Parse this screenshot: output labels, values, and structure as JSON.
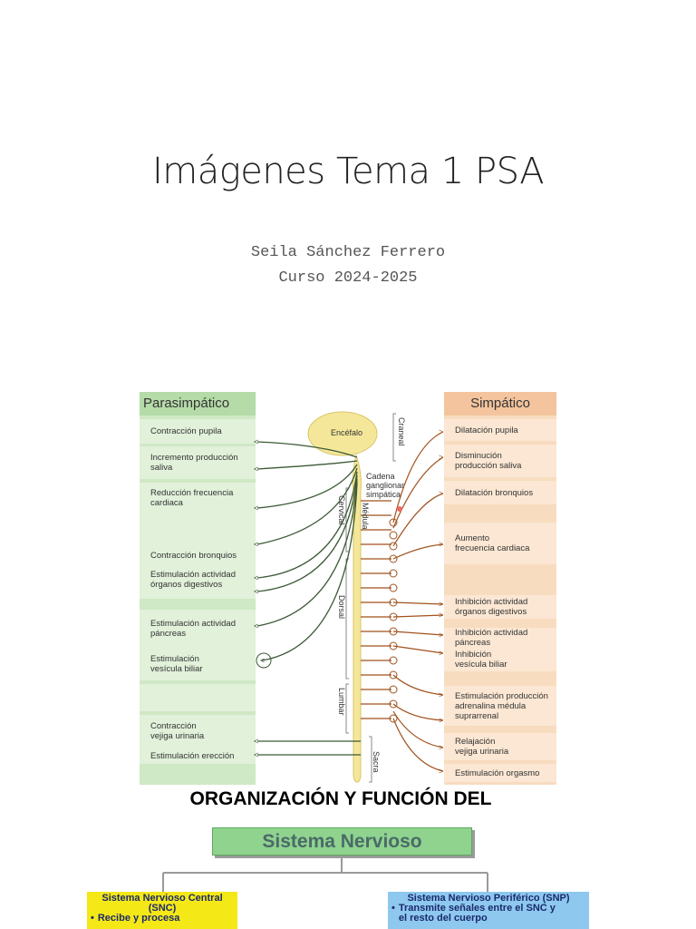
{
  "slide": {
    "title": "Imágenes Tema 1 PSA",
    "author": "Seila Sánchez Ferrero",
    "course": "Curso 2024-2025"
  },
  "figure": {
    "left_header": "Parasimpático",
    "right_header": "Simpático",
    "left_items": [
      "Contracción pupila",
      "Incremento producción\nsaliva",
      "Reducción frecuencia\ncardiaca",
      "Contracción bronquios",
      "Estimulación actividad\nórganos digestivos",
      "Estimulación actividad\npáncreas",
      "Estimulación\nvesícula biliar",
      "Contracción\nvejiga urinaria",
      "Estimulación erección"
    ],
    "right_items": [
      "Dilatación pupila",
      "Disminución\nproducción saliva",
      "Dilatación bronquios",
      "Aumento\nfrecuencia cardiaca",
      "Inhibición actividad\nórganos digestivos",
      "Inhibición actividad\npáncreas",
      "Inhibición\nvesícula biliar",
      "Estimulación producción\nadrenalina médula\nsuprarrenal",
      "Relajación\nvejiga urinaria",
      "Estimulación orgasmo"
    ],
    "labels": {
      "brain": "Encéfalo",
      "chain": "Cadena\nganglionar\nsimpática",
      "cord": "Médula",
      "cranial": "Craneal",
      "cervical": "Cervical",
      "dorsal": "Dorsal",
      "lumbar": "Lumbar",
      "sacral": "Sacra"
    },
    "colors": {
      "parasympathetic": "#cfe8c5",
      "sympathetic": "#f8dcc0",
      "nerve_para": "#3b5a35",
      "nerve_symp": "#a0521c",
      "brain": "#f5e79a"
    }
  },
  "organization": {
    "heading": "ORGANIZACIÓN Y FUNCIÓN DEL",
    "main_box": "Sistema Nervioso",
    "snc": {
      "title": "Sistema Nervioso Central\n(SNC)",
      "bullet": "Recibe y procesa"
    },
    "snp": {
      "title": "Sistema Nervioso Periférico (SNP)",
      "bullet": "Transmite señales entre el SNC y\nel resto del cuerpo"
    },
    "colors": {
      "main": "#8fd38f",
      "snc": "#f5e817",
      "snp": "#8ec8ef"
    }
  }
}
